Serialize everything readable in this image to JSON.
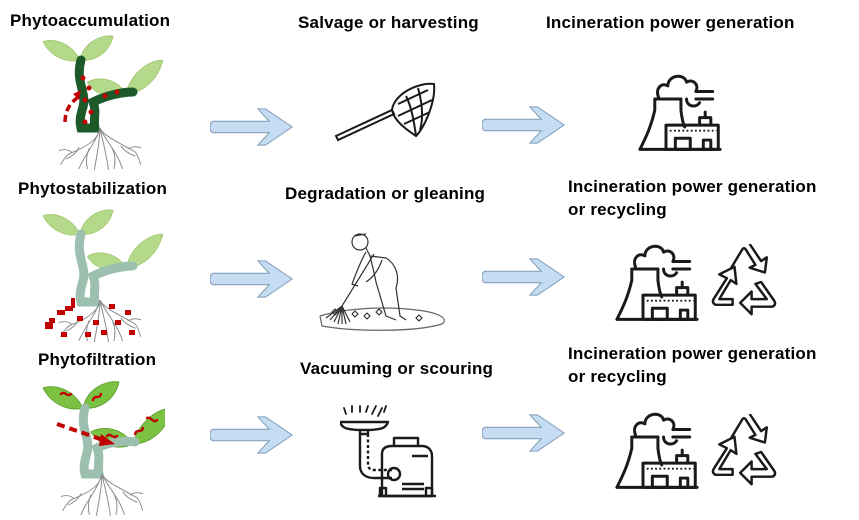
{
  "rows": [
    {
      "method": "Phytoaccumulation",
      "method_icon": "plant-accumulation-icon",
      "treatment": "Salvage or harvesting",
      "treatment_icon": "butterfly-net-icon",
      "disposal_line1": "Incineration power generation",
      "disposal_line2": "",
      "disposal_icons": [
        "power-plant-icon"
      ]
    },
    {
      "method": "Phytostabilization",
      "method_icon": "plant-stabilization-icon",
      "treatment": "Degradation or gleaning",
      "treatment_icon": "man-raking-icon",
      "disposal_line1": "Incineration power generation",
      "disposal_line2": "or recycling",
      "disposal_icons": [
        "power-plant-icon",
        "recycle-icon"
      ]
    },
    {
      "method": "Phytofiltration",
      "method_icon": "plant-filtration-icon",
      "treatment": "Vacuuming or scouring",
      "treatment_icon": "vacuum-cleaner-icon",
      "disposal_line1": "Incineration power generation",
      "disposal_line2": "or recycling",
      "disposal_icons": [
        "power-plant-icon",
        "recycle-icon"
      ]
    }
  ],
  "colors": {
    "arrow_fill": "#c5dcf3",
    "arrow_stroke": "#8aa6c4",
    "leaf_light": "#b5d98a",
    "leaf_bright": "#7cc242",
    "stem_dark": "#1d5a2a",
    "stem_pale": "#9cbfb0",
    "root": "#8c8c8c",
    "contaminant_red": "#c00000"
  }
}
